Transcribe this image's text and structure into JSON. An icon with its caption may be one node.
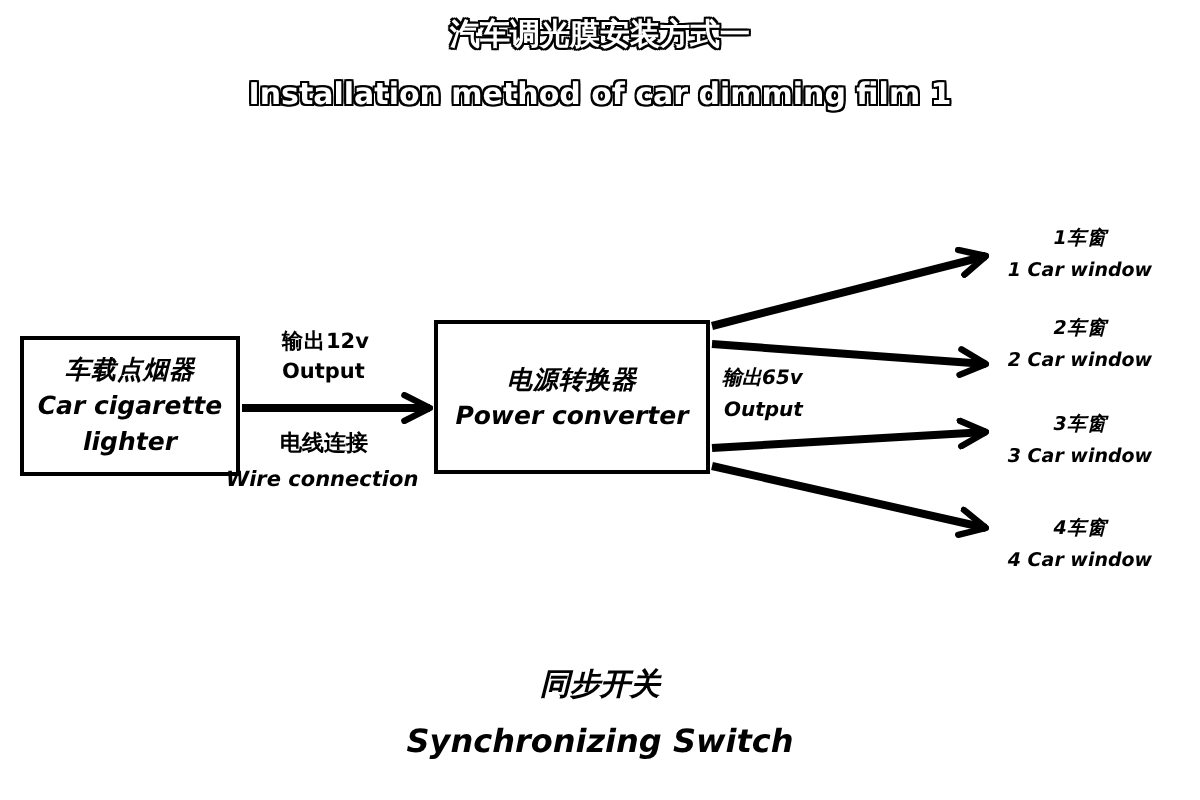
{
  "diagram": {
    "title": "汽车调光膜安装方式一",
    "nodes": [
      {
        "text": [
          "车载点烟器",
          "Car cigarette lighter"
        ]
      },
      {
        "text": [
          "电源转换器",
          "Power converter"
        ]
      },
      {
        "text": [
          "1车窗",
          "1 Car window"
        ]
      },
      {
        "text": [
          "2车窗",
          "2 Car window"
        ]
      },
      {
        "text": [
          "3车窗",
          "3 Car window"
        ]
      },
      {
        "text": [
          "4车窗",
          "4 Car window"
        ]
      }
    ],
    "edges": [
      {
        "from": 0,
        "to": 1,
        "arrow": "to"
      },
      {
        "from": 1,
        "to": 2,
        "arrow": "to"
      },
      {
        "from": 1,
        "to": 3,
        "arrow": "to"
      },
      {
        "from": 1,
        "to": 4,
        "arrow": "to"
      },
      {
        "from": 1,
        "to": 5,
        "arrow": "to"
      }
    ],
    "labels": [
      "Installation method of car dimming film 1",
      "输出12v",
      "Output",
      "电线连接",
      "Wire connection",
      "输出65v",
      "Output",
      "同步开关",
      "Synchronizing Switch"
    ]
  }
}
